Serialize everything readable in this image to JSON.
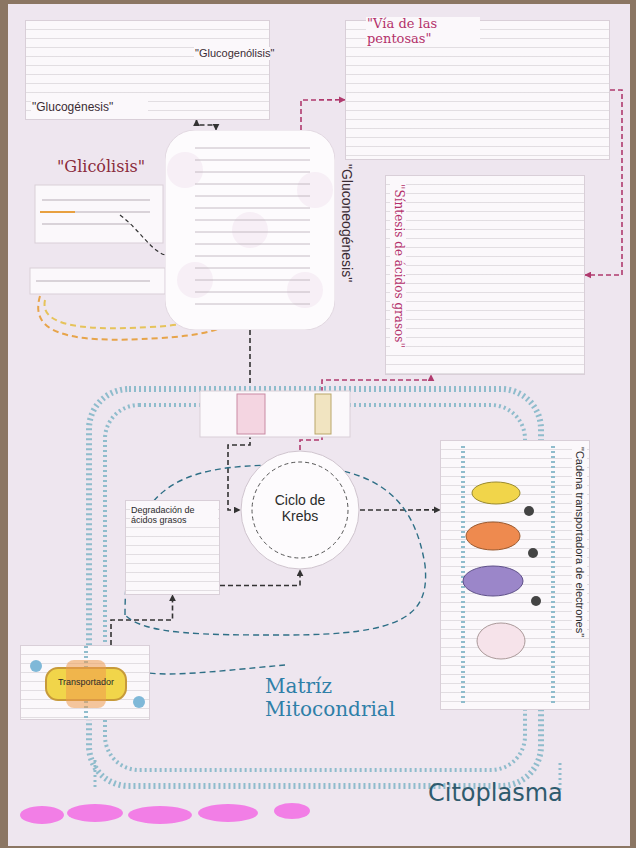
{
  "diagram": {
    "nodes": [
      {
        "text": [
          "\"Glucogénesis\"",
          "\"Glucogenólisis\""
        ]
      },
      {
        "text": [
          "\"Glicólisis\"",
          "\"Gluconeogénesis\""
        ]
      },
      {
        "text": [
          "\"Vía de las pentosas\""
        ]
      },
      {
        "text": [
          "\"Síntesis de ácidos grasos\""
        ]
      },
      {
        "text": [
          "Matríz Mitocondrial"
        ]
      },
      {
        "text": [
          "Ciclo de Krebs"
        ],
        "in": 4
      },
      {
        "text": [
          "Degradación de ácidos grasos"
        ],
        "in": 4
      },
      {
        "text": [
          "\"Cadena transportadora de electrones\""
        ],
        "in": 4
      },
      {
        "text": [
          "Transportador"
        ]
      }
    ],
    "edges": [
      {
        "from": 0,
        "to": 1,
        "arrow": "both"
      },
      {
        "from": 1,
        "to": 2,
        "arrow": "to"
      },
      {
        "from": 2,
        "to": 3,
        "arrow": "to"
      },
      {
        "from": 1,
        "to": 5,
        "arrow": "to"
      },
      {
        "from": 5,
        "to": 3,
        "arrow": "to"
      },
      {
        "from": 5,
        "to": 7,
        "arrow": "to"
      },
      {
        "from": 8,
        "to": 6,
        "arrow": "to"
      },
      {
        "from": 6,
        "to": 5,
        "arrow": "to"
      }
    ],
    "labels": [
      "Citoplasma"
    ]
  }
}
